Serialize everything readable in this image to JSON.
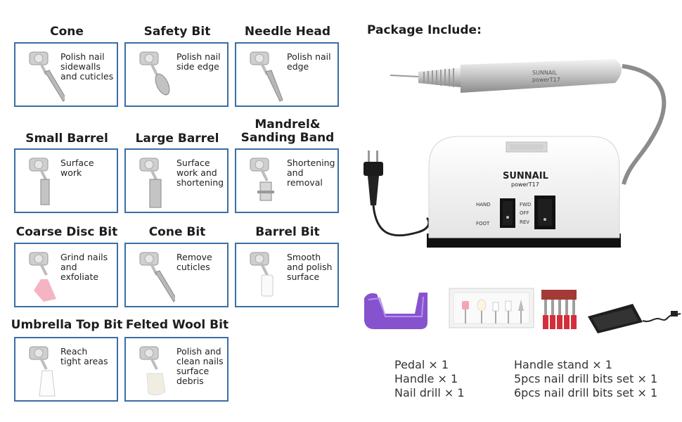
{
  "bits": [
    {
      "title": "Cone",
      "desc": [
        "Polish nail",
        "sidewalls",
        "and cuticles"
      ],
      "icon": "cone-bit-icon"
    },
    {
      "title": "Safety Bit",
      "desc": [
        "Polish nail",
        "side edge"
      ],
      "icon": "safety-bit-icon"
    },
    {
      "title": "Needle Head",
      "desc": [
        "Polish nail",
        "edge"
      ],
      "icon": "needle-head-bit-icon"
    },
    {
      "title": "Small Barrel",
      "desc": [
        "Surface",
        "work"
      ],
      "icon": "small-barrel-bit-icon"
    },
    {
      "title": "Large Barrel",
      "desc": [
        "Surface",
        "work and",
        "shortening"
      ],
      "icon": "large-barrel-bit-icon"
    },
    {
      "title": "Mandrel& Sanding Band",
      "title_lines": [
        "Mandrel&",
        "Sanding Band"
      ],
      "desc": [
        "Shortening",
        "and removal"
      ],
      "icon": "mandrel-sanding-band-icon"
    },
    {
      "title": "Coarse Disc Bit",
      "desc": [
        "Grind nails",
        "and exfoliate"
      ],
      "icon": "coarse-disc-bit-icon"
    },
    {
      "title": "Cone Bit",
      "desc": [
        "Remove",
        "cuticles"
      ],
      "icon": "cone-bit-icon"
    },
    {
      "title": "Barrel Bit",
      "desc": [
        "Smooth",
        "and polish",
        "surface"
      ],
      "icon": "barrel-bit-icon"
    },
    {
      "title": "Umbrella Top Bit",
      "desc": [
        "Reach",
        "tight areas"
      ],
      "icon": "umbrella-top-bit-icon"
    },
    {
      "title": "Felted Wool Bit",
      "desc": [
        "Polish and",
        "clean nails",
        "surface",
        "debris"
      ],
      "icon": "felted-wool-bit-icon"
    }
  ],
  "package": {
    "title": "Package Include:",
    "left_items": [
      "Pedal × 1",
      "Handle × 1",
      "Nail drill × 1"
    ],
    "right_items": [
      "Handle stand × 1",
      "5pcs nail drill bits set × 1",
      "6pcs nail drill bits set × 1"
    ]
  },
  "device": {
    "handle_brand": "SUNNAIL",
    "handle_model": "powerT17",
    "brand": "SUNNAIL",
    "model": "powerT17",
    "switch_left_top": "HAND",
    "switch_left_bottom": "FOOT",
    "switch_right_top": "FWD",
    "switch_right_mid": "OFF",
    "switch_right_bottom": "REV"
  }
}
